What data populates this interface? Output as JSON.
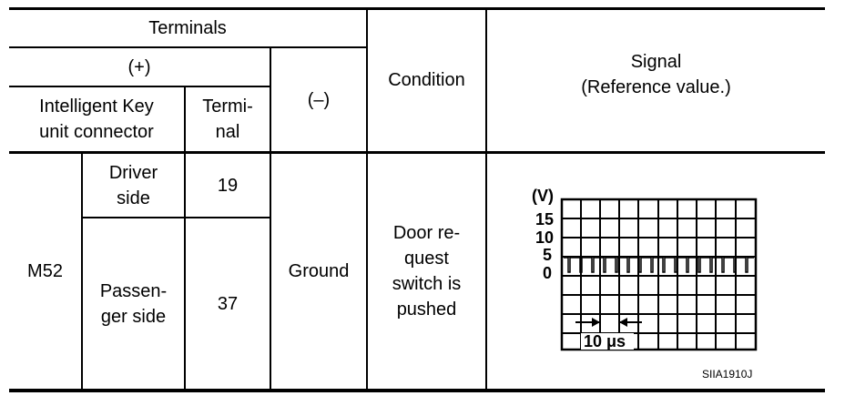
{
  "header": {
    "terminals": "Terminals",
    "plus": "(+)",
    "minus": "(–)",
    "connector_line1": "Intelligent Key",
    "connector_line2": "unit connector",
    "terminal_line1": "Termi-",
    "terminal_line2": "nal",
    "condition": "Condition",
    "signal_line1": "Signal",
    "signal_line2": "(Reference value.)"
  },
  "row": {
    "connector": "M52",
    "sides": [
      {
        "side_line1": "Driver",
        "side_line2": "side",
        "terminal": "19"
      },
      {
        "side_line1": "Passen-",
        "side_line2": "ger side",
        "terminal": "37"
      }
    ],
    "minus": "Ground",
    "condition_lines": [
      "Door re-",
      "quest",
      "switch is",
      "pushed"
    ]
  },
  "signal": {
    "unit": "(V)",
    "y_labels": [
      "15",
      "10",
      "5",
      "0"
    ],
    "time_label": "10 μs",
    "figure_code": "SIIA1910J"
  }
}
